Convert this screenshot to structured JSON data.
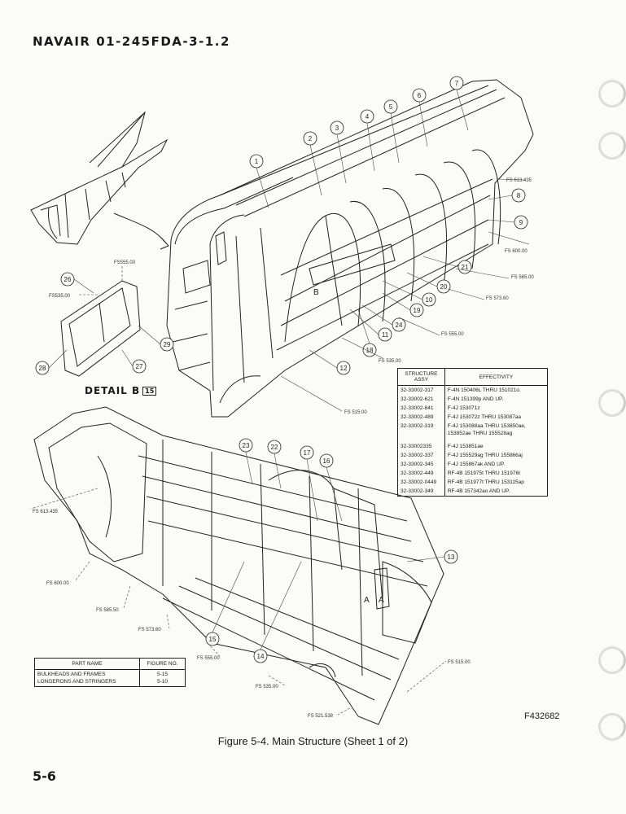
{
  "header": {
    "doc_number": "NAVAIR  01-245FDA-3-1.2"
  },
  "caption": "Figure 5-4. Main Structure (Sheet 1 of 2)",
  "figure_id": "F432682",
  "page_number": "5-6",
  "detail_label": "DETAIL B",
  "detail_note": "15",
  "callouts": [
    "1",
    "2",
    "3",
    "4",
    "5",
    "6",
    "7",
    "8",
    "9",
    "10",
    "11",
    "12",
    "13",
    "14",
    "15",
    "16",
    "17",
    "18",
    "19",
    "20",
    "21",
    "22",
    "23",
    "24",
    "26",
    "27",
    "28",
    "29"
  ],
  "fs_labels": {
    "fs613_upper": "FS 613.435",
    "fs600_upper": "FS 600.00",
    "fs585_upper": "FS 585.00",
    "fs573_upper": "FS 573.60",
    "fs555_upper": "FS 555.00",
    "fs535_upper": "FS 535.00",
    "fs515_upper": "FS 515.00",
    "fs555_detail": "FS555.00",
    "fs535_detail": "FS535.00",
    "fs613_lower": "FS 613.435",
    "fs600_lower": "FS 600.00",
    "fs585_lower": "FS 585.50",
    "fs573_lower": "FS 573.60",
    "fs555_lower": "FS 555.00",
    "fs535_lower": "FS 535.00",
    "fs521_lower": "FS 521.538",
    "fs515_lower": "FS 515.00"
  },
  "view_letters": {
    "b": "B",
    "a1": "A",
    "a2": "A"
  },
  "effectivity_table": {
    "headers": [
      "STRUCTURE ASSY",
      "EFFECTIVITY"
    ],
    "rows": [
      [
        "32-33002-317",
        "F-4N 150406L THRU 151021o."
      ],
      [
        "32-33002-621",
        "F-4N 151399p AND UP."
      ],
      [
        "32-33002-841",
        "F-4J 153071z"
      ],
      [
        "32-33002-489",
        "F-4J 153072z THRU 153087aa"
      ],
      [
        "32-33002-319",
        "F-4J 153088aa THRU 153850ae, 153852ae THRU 155528ag"
      ],
      [
        "32-33002335",
        "F-4J 153851ae"
      ],
      [
        "32-33002-337",
        "F-4J 155529ag THRU 155866aj"
      ],
      [
        "32-33002-345",
        "F-4J 155867ak AND UP."
      ],
      [
        "32-33002-449",
        "RF-4B 151975t THRU 151976t"
      ],
      [
        "32-33002-0449",
        "RF-4B 151977t THRU 153115ap"
      ],
      [
        "32-33002-349",
        "RF-4B 157342ao AND UP."
      ]
    ]
  },
  "parts_table": {
    "headers": [
      "PART NAME",
      "FIGURE NO."
    ],
    "rows": [
      [
        "BULKHEADS AND FRAMES",
        "5-15"
      ],
      [
        "LONGERONS AND STRINGERS",
        "5-10"
      ]
    ]
  }
}
